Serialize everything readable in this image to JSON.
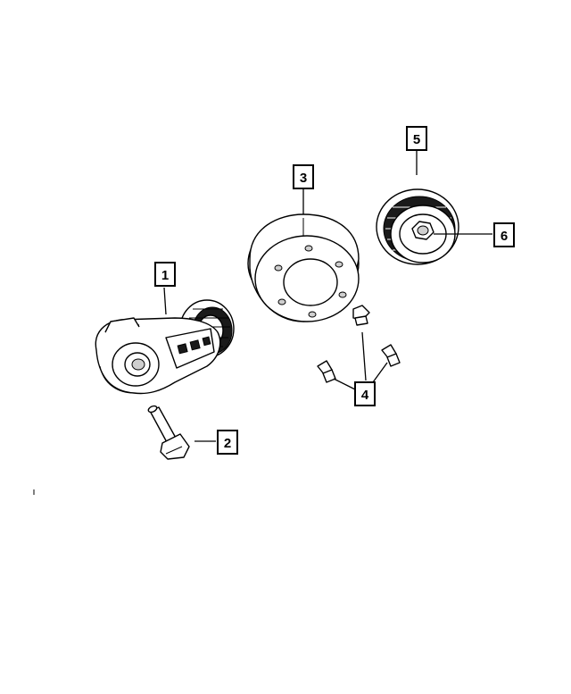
{
  "diagram": {
    "callouts": [
      {
        "id": "1",
        "label": "1"
      },
      {
        "id": "2",
        "label": "2"
      },
      {
        "id": "3",
        "label": "3"
      },
      {
        "id": "4",
        "label": "4"
      },
      {
        "id": "5",
        "label": "5"
      },
      {
        "id": "6",
        "label": "6"
      }
    ],
    "parts": [
      {
        "callout": "1",
        "icon": "belt-tensioner-icon"
      },
      {
        "callout": "2",
        "icon": "tensioner-bolt-icon"
      },
      {
        "callout": "3",
        "icon": "vibration-damper-icon"
      },
      {
        "callout": "4",
        "icon": "damper-bolt-icon"
      },
      {
        "callout": "5",
        "icon": "idler-pulley-icon"
      },
      {
        "callout": "6",
        "icon": "pulley-bolt-icon"
      }
    ],
    "colors": {
      "line": "#000000",
      "background": "#ffffff"
    }
  }
}
